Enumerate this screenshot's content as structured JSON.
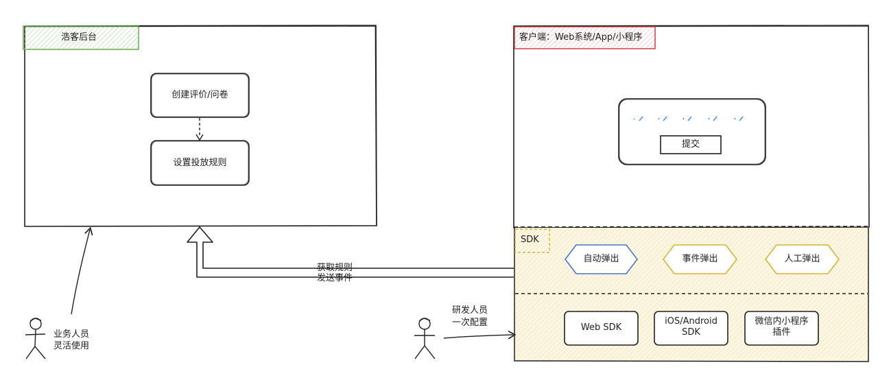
{
  "backend": {
    "title": "浩客后台",
    "steps": [
      "创建评价/问卷",
      "设置投放规则"
    ]
  },
  "client": {
    "title": "客户端：Web系统/App/小程序",
    "form": {
      "submit_label": "提交"
    }
  },
  "sdk": {
    "title": "SDK",
    "triggers": [
      {
        "label": "自动弹出",
        "color": "#4a74c9"
      },
      {
        "label": "事件弹出",
        "color": "#d9b13a"
      },
      {
        "label": "人工弹出",
        "color": "#d9b13a"
      }
    ],
    "packages": [
      {
        "label": "Web SDK"
      },
      {
        "label": "iOS/Android\nSDK"
      },
      {
        "label": "微信内小程序\n插件"
      }
    ]
  },
  "flow": {
    "line1": "获取规则",
    "line2": "发送事件"
  },
  "actors": {
    "business": {
      "line1": "业务人员",
      "line2": "灵活使用"
    },
    "developer": {
      "line1": "研发人员",
      "line2": "一次配置"
    }
  },
  "colors": {
    "backend_tag": "#5cab45",
    "client_tag": "#c9343a",
    "sdk_fill": "#fbf6e2",
    "sdk_tag": "#d9b13a",
    "input_blue": "#3a8be0"
  }
}
